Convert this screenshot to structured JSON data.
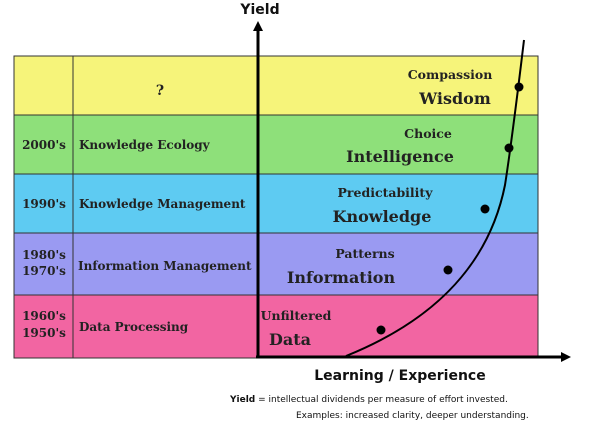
{
  "axes": {
    "y_label": "Yield",
    "x_label": "Learning / Experience"
  },
  "rows": [
    {
      "era_lines": [
        "",
        ""
      ],
      "discipline": "?",
      "quality": "Compassion",
      "stage": "Wisdom",
      "color": "#f6f47a"
    },
    {
      "era_lines": [
        "2000's",
        ""
      ],
      "discipline": "Knowledge Ecology",
      "quality": "Choice",
      "stage": "Intelligence",
      "color": "#8ee07a"
    },
    {
      "era_lines": [
        "1990's",
        ""
      ],
      "discipline": "Knowledge Management",
      "quality": "Predictability",
      "stage": "Knowledge",
      "color": "#5ecbf2"
    },
    {
      "era_lines": [
        "1980's",
        "1970's"
      ],
      "discipline": "Information Management",
      "quality": "Patterns",
      "stage": "Information",
      "color": "#9a9af2"
    },
    {
      "era_lines": [
        "1960's",
        "1950's"
      ],
      "discipline": "Data Processing",
      "quality": "Unfiltered",
      "stage": "Data",
      "color": "#f265a2"
    }
  ],
  "footnote": {
    "term": "Yield",
    "definition": " = intellectual dividends per measure of effort invested.",
    "examples": "Examples: increased clarity, deeper understanding."
  }
}
